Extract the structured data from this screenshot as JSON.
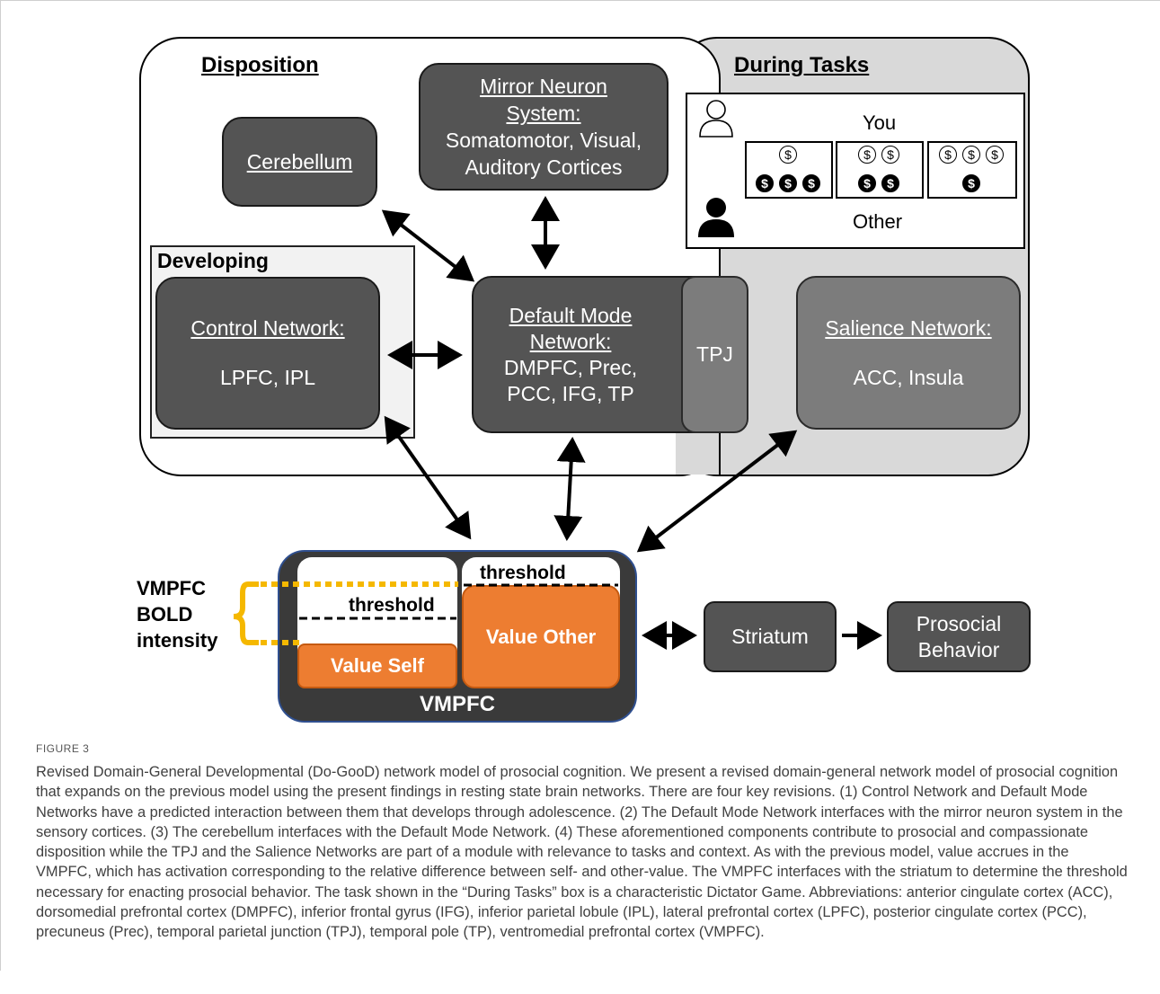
{
  "figure": {
    "label": "FIGURE 3",
    "caption": "Revised Domain-General Developmental (Do-GooD) network model of prosocial cognition. We present a revised domain-general network model of prosocial cognition that expands on the previous model using the present findings in resting state brain networks. There are four key revisions. (1) Control Network and Default Mode Networks have a predicted interaction between them that develops through adolescence. (2) The Default Mode Network interfaces with the mirror neuron system in the sensory cortices. (3) The cerebellum interfaces with the Default Mode Network. (4) These aforementioned components contribute to prosocial and compassionate disposition while the TPJ and the Salience Networks are part of a module with relevance to tasks and context. As with the previous model, value accrues in the VMPFC, which has activation corresponding to the relative difference between self- and other-value. The VMPFC interfaces with the striatum to determine the threshold necessary for enacting prosocial behavior. The task shown in the “During Tasks” box is a characteristic Dictator Game. Abbreviations: anterior cingulate cortex (ACC), dorsomedial prefrontal cortex (DMPFC), inferior frontal gyrus (IFG), inferior parietal lobule (IPL), lateral prefrontal cortex (LPFC), posterior cingulate cortex (PCC), precuneus (Prec), temporal parietal junction (TPJ), temporal pole (TP), ventromedial prefrontal cortex (VMPFC)."
  },
  "regions": {
    "disposition_title": "Disposition",
    "during_tasks_title": "During Tasks",
    "developing_title": "Developing"
  },
  "nodes": {
    "cerebellum": "Cerebellum",
    "mirror_title_1": "Mirror Neuron",
    "mirror_title_2": "System:",
    "mirror_body_1": "Somatomotor, Visual,",
    "mirror_body_2": "Auditory Cortices",
    "control_title": "Control Network:",
    "control_body": "LPFC, IPL",
    "dmn_title_1": "Default Mode",
    "dmn_title_2": "Network:",
    "dmn_body_1": "DMPFC, Prec,",
    "dmn_body_2": "PCC, IFG, TP",
    "tpj": "TPJ",
    "salience_title": "Salience Network:",
    "salience_body": "ACC, Insula",
    "striatum": "Striatum",
    "prosocial_1": "Prosocial",
    "prosocial_2": "Behavior"
  },
  "dictator_game": {
    "you_label": "You",
    "other_label": "Other",
    "coin_symbol": "$",
    "allocations": [
      {
        "you": 1,
        "other": 3
      },
      {
        "you": 2,
        "other": 2
      },
      {
        "you": 3,
        "other": 1
      }
    ]
  },
  "vmpfc": {
    "label": "VMPFC",
    "value_self": "Value Self",
    "value_other": "Value Other",
    "threshold_left": "threshold",
    "threshold_right": "threshold",
    "bold_label_1": "VMPFC",
    "bold_label_2": "BOLD",
    "bold_label_3": "intensity"
  },
  "colors": {
    "dark_node": "#545454",
    "mid_node": "#7c7c7c",
    "during_tasks_bg": "#d9d9d9",
    "orange": "#ed7d31",
    "bracket_yellow": "#f5b800",
    "vmpfc_border": "#2f4f8f"
  }
}
